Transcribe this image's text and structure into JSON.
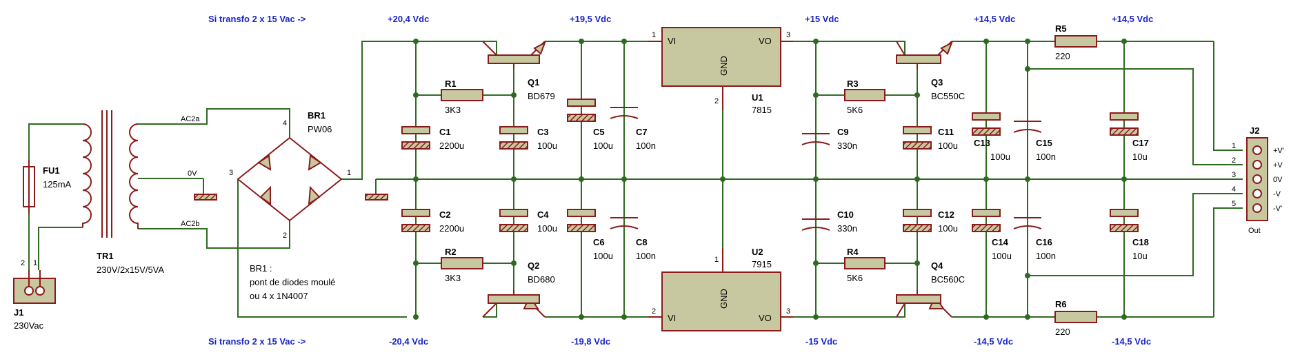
{
  "rails": {
    "top_note": "Si transfo 2 x 15 Vac ->",
    "bottom_note": "Si transfo 2 x 15 Vac ->",
    "p204": "+20,4 Vdc",
    "p195": "+19,5 Vdc",
    "p15": "+15 Vdc",
    "p145a": "+14,5 Vdc",
    "p145b": "+14,5 Vdc",
    "n204": "-20,4 Vdc",
    "n198": "-19,8 Vdc",
    "n15": "-15 Vdc",
    "n145a": "-14,5 Vdc",
    "n145b": "-14,5 Vdc"
  },
  "components": {
    "FU1": {
      "ref": "FU1",
      "value": "125mA"
    },
    "J1": {
      "ref": "J1",
      "value": "230Vac",
      "pin1": "1",
      "pin2": "2"
    },
    "TR1": {
      "ref": "TR1",
      "value": "230V/2x15V/5VA",
      "ac2a": "AC2a",
      "zero": "0V",
      "ac2b": "AC2b"
    },
    "BR1": {
      "ref": "BR1",
      "value": "PW06",
      "pin1": "1",
      "pin2": "2",
      "pin3": "3",
      "pin4": "4"
    },
    "C1": {
      "ref": "C1",
      "value": "2200u"
    },
    "C2": {
      "ref": "C2",
      "value": "2200u"
    },
    "R1": {
      "ref": "R1",
      "value": "3K3"
    },
    "R2": {
      "ref": "R2",
      "value": "3K3"
    },
    "Q1": {
      "ref": "Q1",
      "value": "BD679"
    },
    "Q2": {
      "ref": "Q2",
      "value": "BD680"
    },
    "C3": {
      "ref": "C3",
      "value": "100u"
    },
    "C4": {
      "ref": "C4",
      "value": "100u"
    },
    "C5": {
      "ref": "C5",
      "value": "100u"
    },
    "C6": {
      "ref": "C6",
      "value": "100u"
    },
    "C7": {
      "ref": "C7",
      "value": "100n"
    },
    "C8": {
      "ref": "C8",
      "value": "100n"
    },
    "U1": {
      "ref": "U1",
      "value": "7815",
      "vi": "VI",
      "vo": "VO",
      "gnd": "GND",
      "p1": "1",
      "p2": "2",
      "p3": "3"
    },
    "U2": {
      "ref": "U2",
      "value": "7915",
      "vi": "VI",
      "vo": "VO",
      "gnd": "GND",
      "p1": "1",
      "p2": "2",
      "p3": "3"
    },
    "C9": {
      "ref": "C9",
      "value": "330n"
    },
    "C10": {
      "ref": "C10",
      "value": "330n"
    },
    "R3": {
      "ref": "R3",
      "value": "5K6"
    },
    "R4": {
      "ref": "R4",
      "value": "5K6"
    },
    "Q3": {
      "ref": "Q3",
      "value": "BC550C"
    },
    "Q4": {
      "ref": "Q4",
      "value": "BC560C"
    },
    "C11": {
      "ref": "C11",
      "value": "100u"
    },
    "C12": {
      "ref": "C12",
      "value": "100u"
    },
    "C13": {
      "ref": "C13",
      "value": "100u"
    },
    "C14": {
      "ref": "C14",
      "value": "100u"
    },
    "C15": {
      "ref": "C15",
      "value": "100n"
    },
    "C16": {
      "ref": "C16",
      "value": "100n"
    },
    "C17": {
      "ref": "C17",
      "value": "10u"
    },
    "C18": {
      "ref": "C18",
      "value": "10u"
    },
    "R5": {
      "ref": "R5",
      "value": "220"
    },
    "R6": {
      "ref": "R6",
      "value": "220"
    },
    "J2": {
      "ref": "J2",
      "value": "Out",
      "pins": [
        "1",
        "2",
        "3",
        "4",
        "5"
      ],
      "labels": [
        "+V'",
        "+V",
        "0V",
        "-V",
        "-V'"
      ]
    }
  },
  "br1_note": [
    "BR1 :",
    "pont de diodes moulé",
    "ou 4 x 1N4007"
  ],
  "colors": {
    "wire": "#2e6b20",
    "component": "#8b1a1a",
    "body": "#c8c8a0",
    "rail_text": "#1a24c8"
  }
}
